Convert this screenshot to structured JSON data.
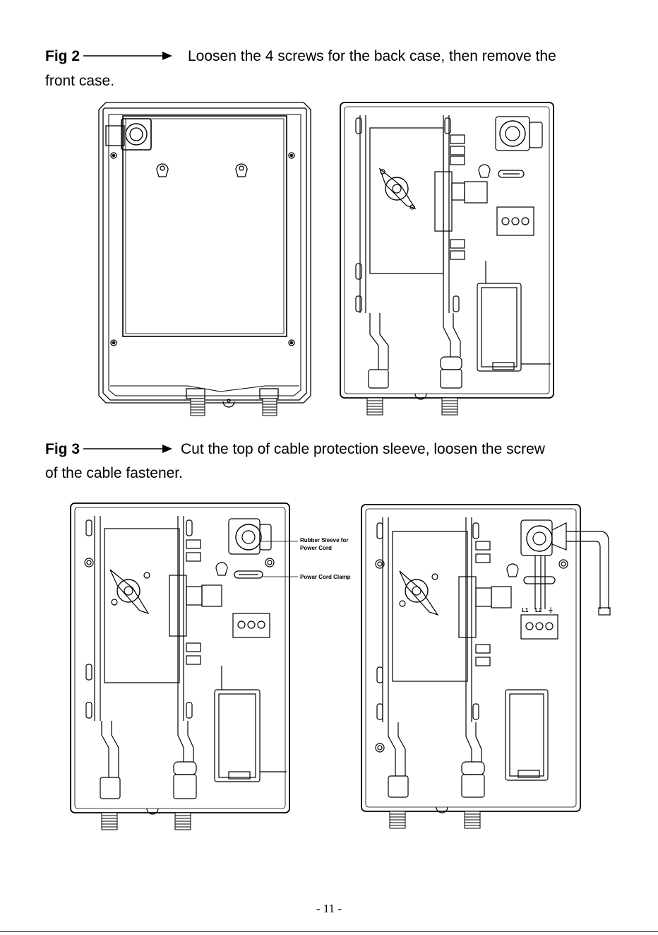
{
  "fig2": {
    "label": "Fig 2",
    "text": "Loosen the 4 screws for the back case, then remove the",
    "continuation": "front case."
  },
  "fig3": {
    "label": "Fig 3",
    "text": "Cut the top of cable protection sleeve, loosen the screw",
    "continuation": "of the cable fastener.",
    "callouts": {
      "rubber_sleeve_line1": "Rubber Sleeve for",
      "rubber_sleeve_line2": "Power Cord",
      "clamp": "Powar Cord Clamp",
      "terminals": [
        "L1",
        "L2",
        "⏚"
      ]
    }
  },
  "footer": {
    "page_number": "- 11 -"
  }
}
